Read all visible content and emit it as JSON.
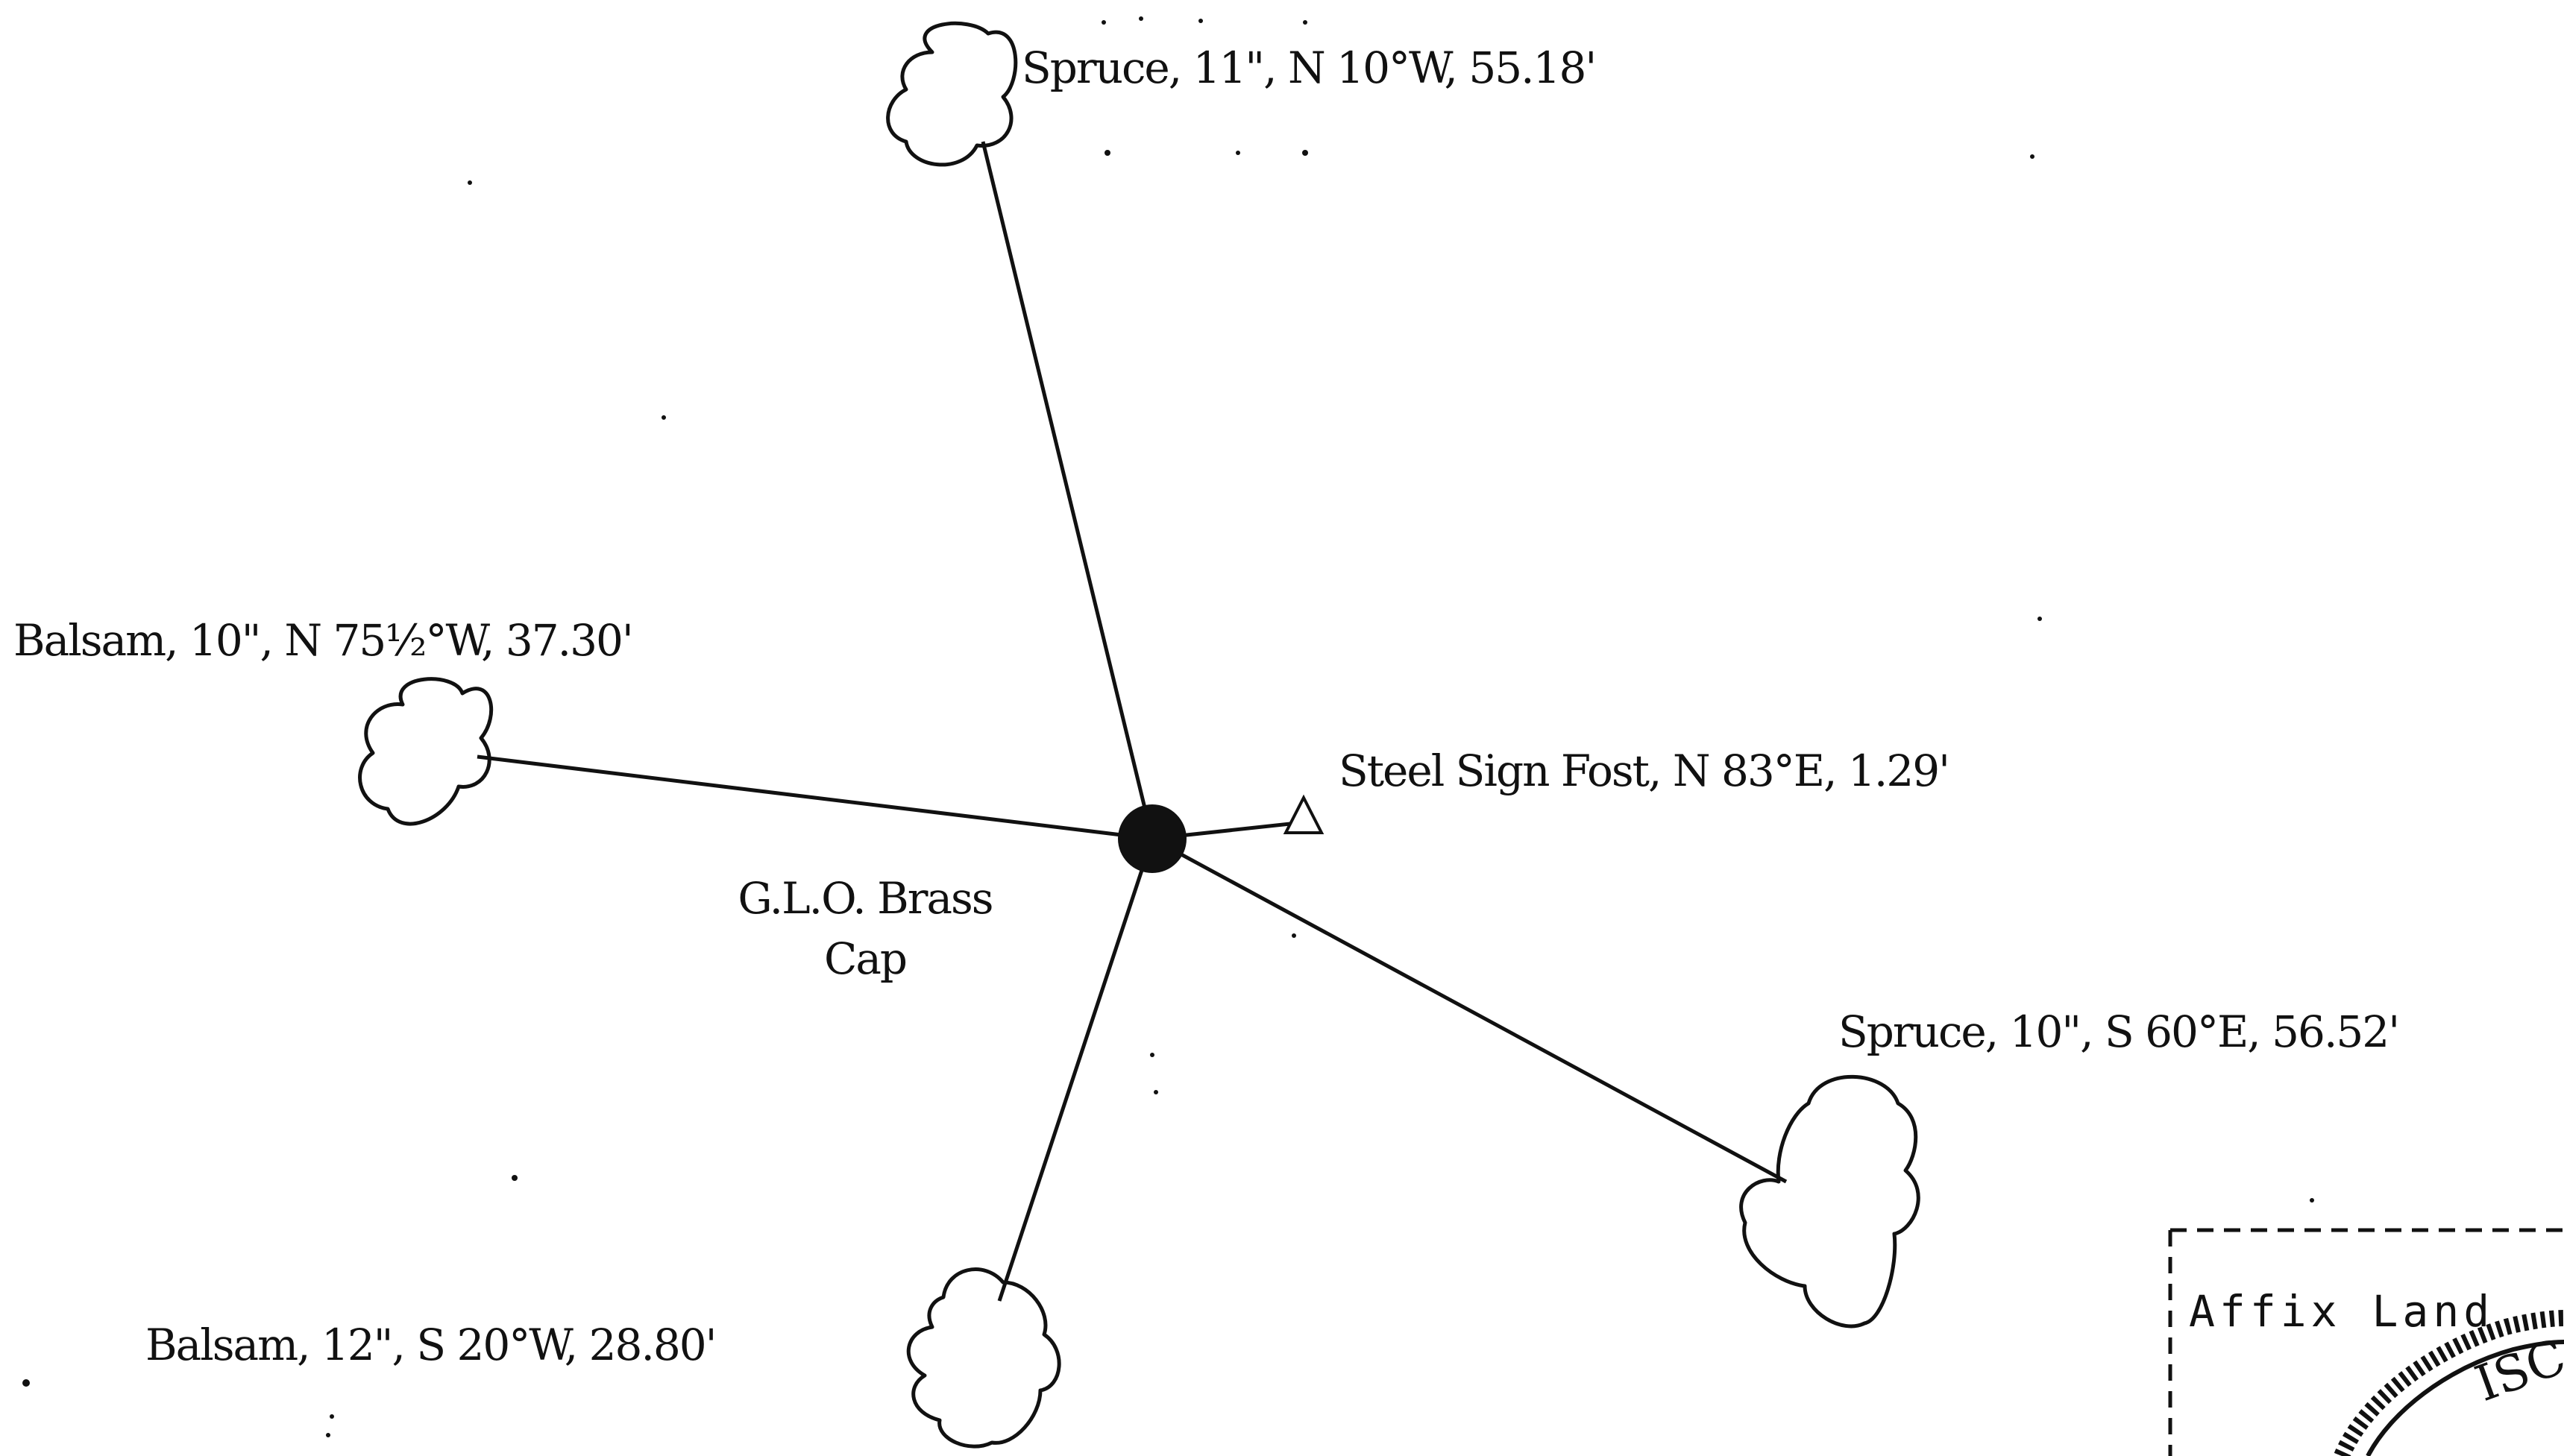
{
  "center": {
    "label_line1": "G.L.O. Brass",
    "label_line2": "Cap"
  },
  "sign_post": {
    "label": "Steel Sign Fost, N 83°E, 1.29'"
  },
  "trees": [
    {
      "id": "spruce-north",
      "label": "Spruce, 11\", N 10°W, 55.18'"
    },
    {
      "id": "balsam-west",
      "label": "Balsam, 10\", N 75½°W, 37.30'"
    },
    {
      "id": "spruce-southeast",
      "label": "Spruce, 10\", S 60°E, 56.52'"
    },
    {
      "id": "balsam-south",
      "label": "Balsam, 12\", S 20°W, 28.80'"
    }
  ],
  "stamp_box": {
    "label": "Affix Land"
  },
  "seal": {
    "text": "ISC"
  }
}
